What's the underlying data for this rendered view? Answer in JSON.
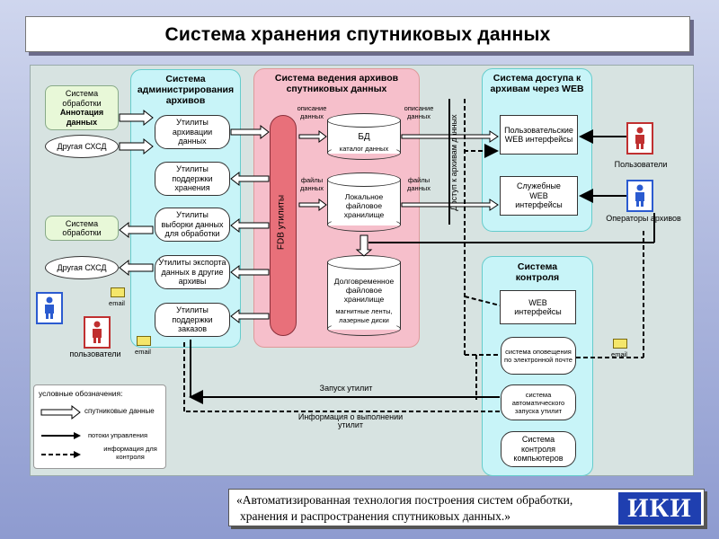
{
  "title": "Система хранения спутниковых данных",
  "panels": {
    "admin": "Система администрирования архивов",
    "archive": "Система ведения архивов спутниковых данных",
    "access": "Система доступа к архивам через WEB",
    "control": "Система контроля"
  },
  "left_sources": {
    "processing1": "Система обработки",
    "annotation": "Аннотация данных",
    "other1": "Другая СХСД",
    "processing2": "Система обработки",
    "other2": "Другая СХСД",
    "users": "пользователи",
    "email1": "email",
    "email2": "email"
  },
  "admin_utils": [
    "Утилиты архивации данных",
    "Утилиты поддержки хранения",
    "Утилиты выборки данных для обработки",
    "Утилиты экспорта данных в другие архивы",
    "Утилиты поддержки заказов"
  ],
  "archive": {
    "fdb": "FDB утилиты",
    "db_title": "БД",
    "db_sub": "каталог данных",
    "local_store": "Локальное файловое хранилище",
    "long_store": "Долговременное файловое хранилище",
    "long_store_sub": "магнитные ленты, лазерные диски",
    "desc_left": "описание данных",
    "files_left": "файлы данных",
    "desc_right": "описание данных",
    "files_right": "файлы данных",
    "access_vertical": "Доступ к архивам данных"
  },
  "access": {
    "user_web": "Пользовательские WEB интерфейсы",
    "service_web": "Служебные WEB интерфейсы",
    "users": "Пользователи",
    "operators": "Операторы архивов"
  },
  "control": {
    "web": "WEB интерфейсы",
    "notify": "система оповещения по электронной почте",
    "autostart": "система автоматического запуска утилит",
    "computers": "Система контроля компьютеров",
    "email": "email"
  },
  "flows": {
    "launch": "Запуск утилит",
    "info": "Информация о выполнении утилит"
  },
  "legend": {
    "title": "условные обозначения:",
    "data": "спутниковые данные",
    "control": "потоки управления",
    "info": "информация для контроля"
  },
  "note": {
    "line1": "«Автоматизированная технология построения систем обработки,",
    "line2": "хранения и распространения  спутниковых данных.»"
  },
  "logo": "ИКИ"
}
